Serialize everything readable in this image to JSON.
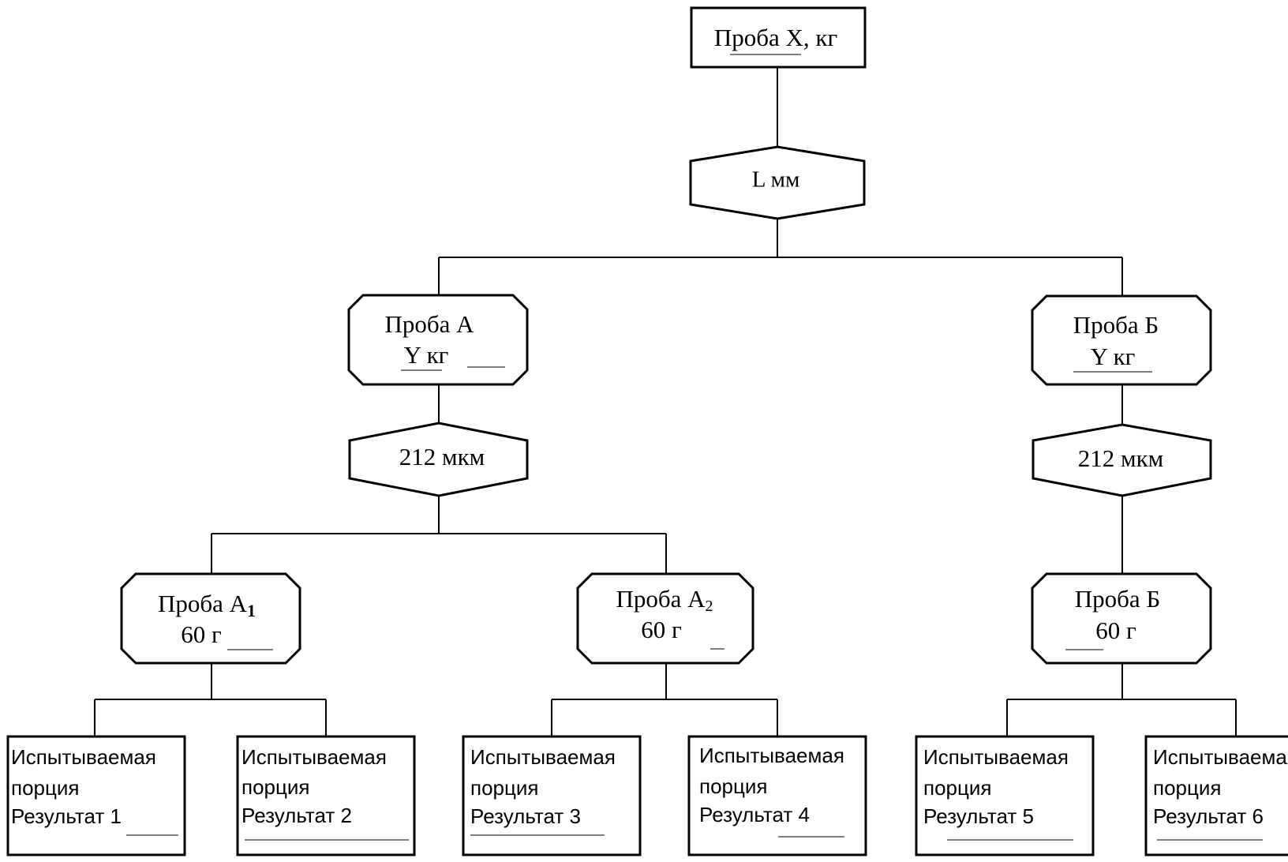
{
  "root": {
    "label": "Проба X, кг"
  },
  "sieve_main": {
    "label": "L мм"
  },
  "sample_a": {
    "line1": "Проба А",
    "line2": "Y кг"
  },
  "sample_b": {
    "line1": "Проба Б",
    "line2": "Y кг"
  },
  "sieve_a": {
    "label": "212 мкм"
  },
  "sieve_b": {
    "label": "212 мкм"
  },
  "sample_a1": {
    "name": "Проба А",
    "sub": "1",
    "mass": "60 г"
  },
  "sample_a2": {
    "name": "Проба А",
    "sub": "2",
    "mass": "60 г"
  },
  "sample_b_final": {
    "line1": "Проба Б",
    "line2": "60 г"
  },
  "portions": [
    {
      "line1": "Испытываемая",
      "line2": "порция",
      "line3": "Результат 1"
    },
    {
      "line1": "Испытываемая",
      "line2": "порция",
      "line3": "Результат 2"
    },
    {
      "line1": "Испытываемая",
      "line2": "порция",
      "line3": "Результат 3"
    },
    {
      "line1": "Испытываемая",
      "line2": "порция",
      "line3": "Результат 4"
    },
    {
      "line1": "Испытываемая",
      "line2": "порция",
      "line3": "Результат 5"
    },
    {
      "line1": "Испытываемая",
      "line2": "порция",
      "line3": "Результат 6"
    }
  ]
}
